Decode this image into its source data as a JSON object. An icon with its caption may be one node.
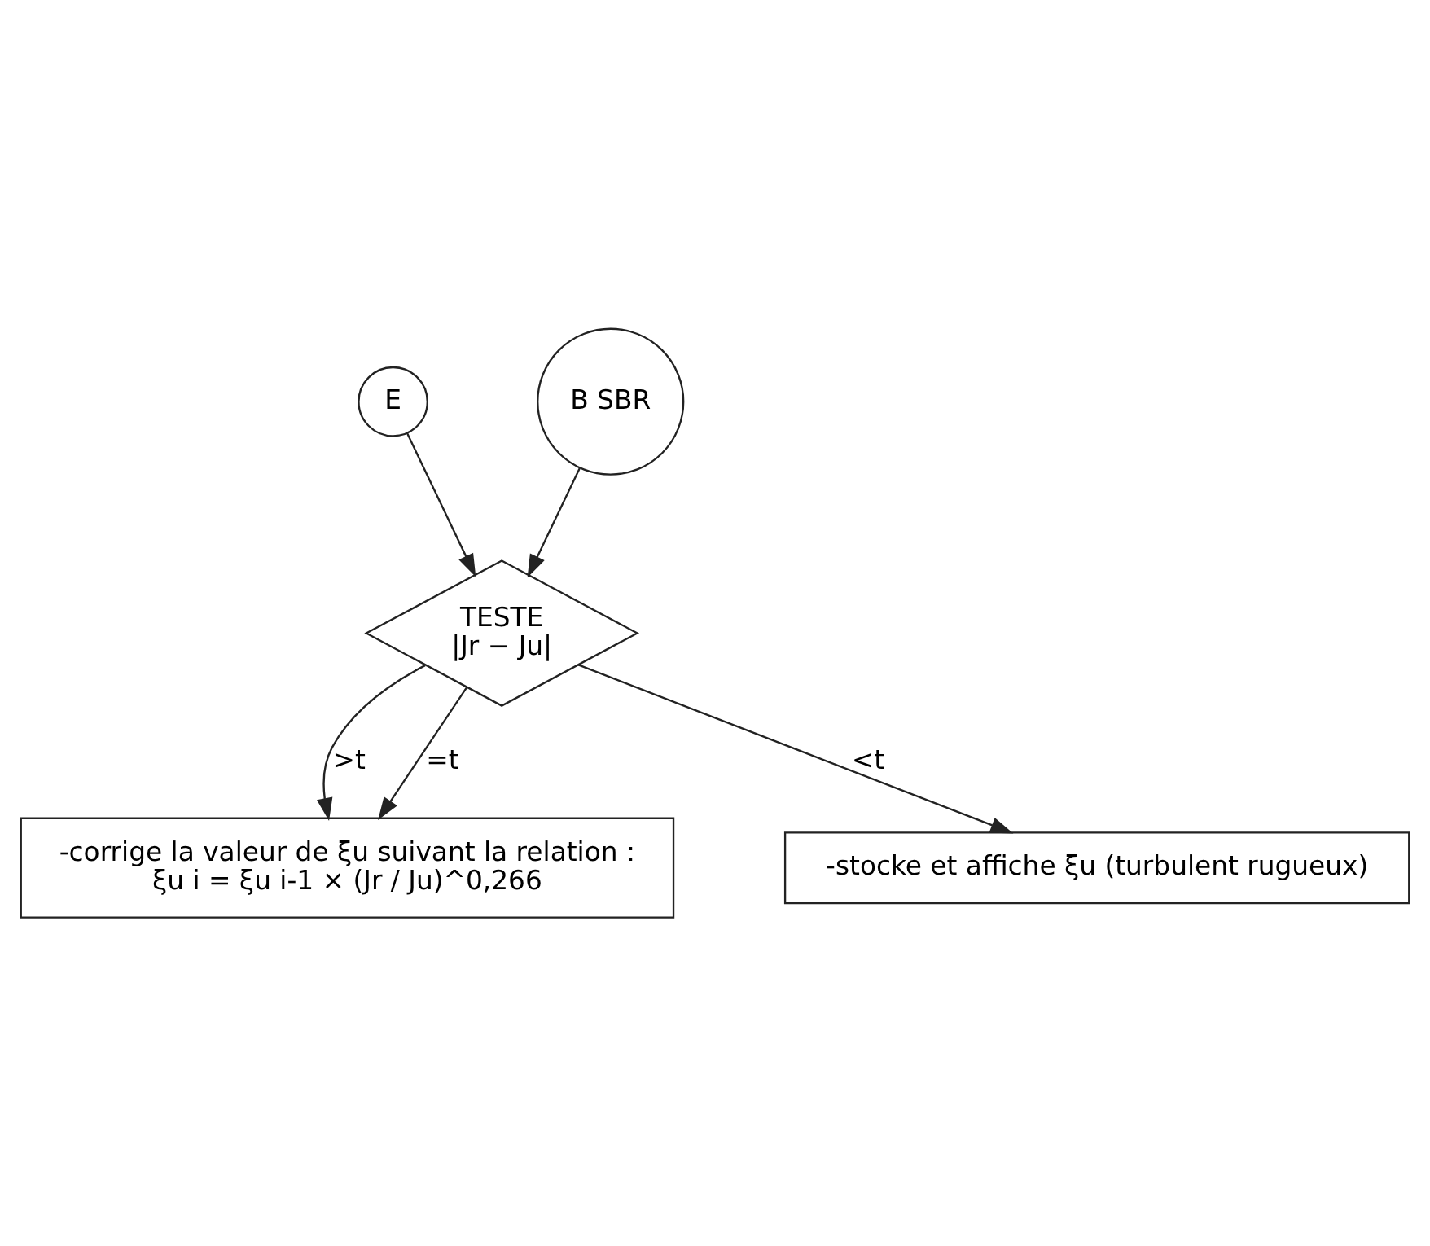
{
  "diagram": {
    "nodes": [
      {
        "text": [
          "E"
        ]
      },
      {
        "text": [
          "B SBR"
        ]
      },
      {
        "text": [
          "TESTE",
          "|Jr − Ju|"
        ]
      },
      {
        "text": [
          "-corrige la valeur de ξu suivant la relation :",
          "ξu i = ξu i-1 × (Jr / Ju)^0,266"
        ]
      },
      {
        "text": [
          "-stocke et affiche ξu (turbulent rugueux)"
        ]
      }
    ],
    "edges": [
      {
        "from": 0,
        "to": 2,
        "arrow": "to"
      },
      {
        "from": 1,
        "to": 2,
        "arrow": "to"
      },
      {
        "from": 2,
        "to": 4,
        "arrow": "to",
        "label": "<t"
      },
      {
        "from": 2,
        "to": 3,
        "arrow": "to",
        "label": ">t"
      },
      {
        "from": 2,
        "to": 3,
        "arrow": "to",
        "label": "=t"
      }
    ]
  }
}
